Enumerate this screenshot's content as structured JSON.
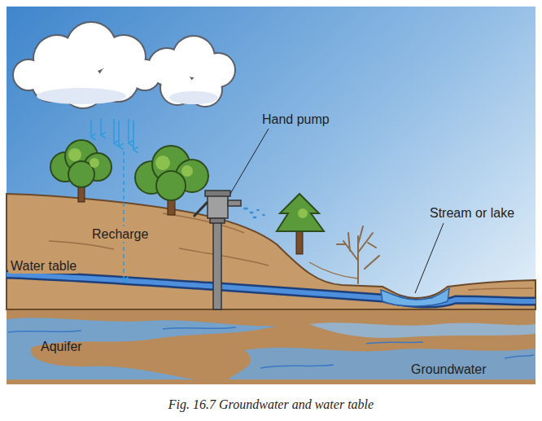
{
  "diagram": {
    "caption": "Fig. 16.7 Groundwater and water table",
    "labels": [
      "Hand pump",
      "Stream or lake",
      "Recharge",
      "Water table",
      "Aquifer",
      "Groundwater"
    ]
  }
}
